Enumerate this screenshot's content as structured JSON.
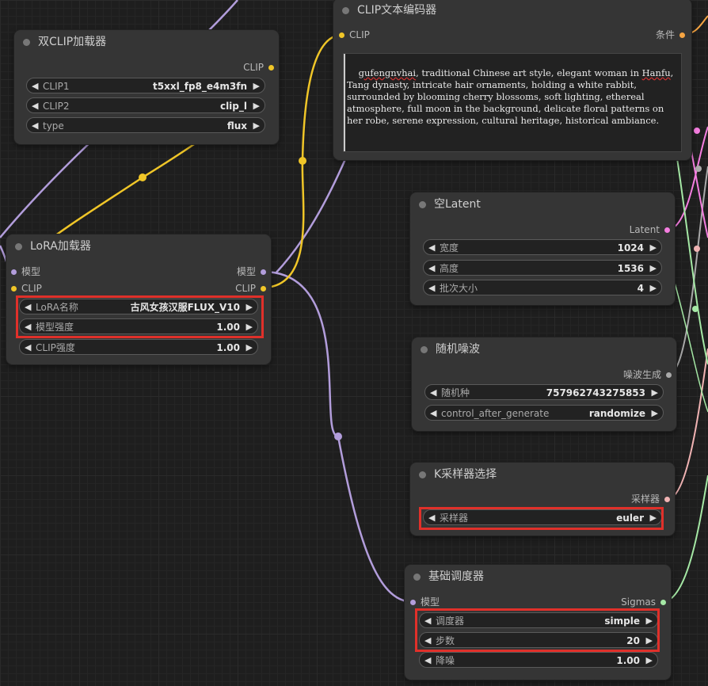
{
  "colors": {
    "clip": "#f0c628",
    "model": "#b29ddb",
    "cond": "#f5a442",
    "latent": "#f57ee0",
    "noise": "#aaaaaa",
    "sampler": "#f0b3b3",
    "sigmas": "#a5e8a5",
    "highlight": "#e0302a"
  },
  "nodes": {
    "dual_clip": {
      "title": "双CLIP加载器",
      "out_clip": "CLIP",
      "widgets": [
        {
          "label": "CLIP1",
          "value": "t5xxl_fp8_e4m3fn"
        },
        {
          "label": "CLIP2",
          "value": "clip_l"
        },
        {
          "label": "type",
          "value": "flux"
        }
      ]
    },
    "clip_text": {
      "title": "CLIP文本编码器",
      "in_clip": "CLIP",
      "out_cond": "条件",
      "prompt_word1": "gufengnvhai",
      "prompt_part1": ", traditional Chinese art style, elegant woman in ",
      "prompt_word2": "Hanfu",
      "prompt_part2": ", Tang dynasty, intricate hair ornaments, holding a white rabbit, surrounded by blooming cherry blossoms, soft lighting, ethereal atmosphere, full moon in the background, delicate floral patterns on her robe, serene expression, cultural heritage, historical ambiance."
    },
    "lora": {
      "title": "LoRA加载器",
      "in_model": "模型",
      "in_clip": "CLIP",
      "out_model": "模型",
      "out_clip": "CLIP",
      "widgets": [
        {
          "label": "LoRA名称",
          "value": "古风女孩汉服FLUX_V10"
        },
        {
          "label": "模型强度",
          "value": "1.00"
        },
        {
          "label": "CLIP强度",
          "value": "1.00"
        }
      ]
    },
    "empty_latent": {
      "title": "空Latent",
      "out_latent": "Latent",
      "widgets": [
        {
          "label": "宽度",
          "value": "1024"
        },
        {
          "label": "高度",
          "value": "1536"
        },
        {
          "label": "批次大小",
          "value": "4"
        }
      ]
    },
    "random_noise": {
      "title": "随机噪波",
      "out_noise": "噪波生成",
      "widgets": [
        {
          "label": "随机种",
          "value": "757962743275853"
        },
        {
          "label": "control_after_generate",
          "value": "randomize"
        }
      ]
    },
    "ksampler_select": {
      "title": "K采样器选择",
      "out_sampler": "采样器",
      "widgets": [
        {
          "label": "采样器",
          "value": "euler"
        }
      ]
    },
    "basic_scheduler": {
      "title": "基础调度器",
      "in_model": "模型",
      "out_sigmas": "Sigmas",
      "widgets": [
        {
          "label": "调度器",
          "value": "simple"
        },
        {
          "label": "步数",
          "value": "20"
        },
        {
          "label": "降噪",
          "value": "1.00"
        }
      ]
    }
  }
}
